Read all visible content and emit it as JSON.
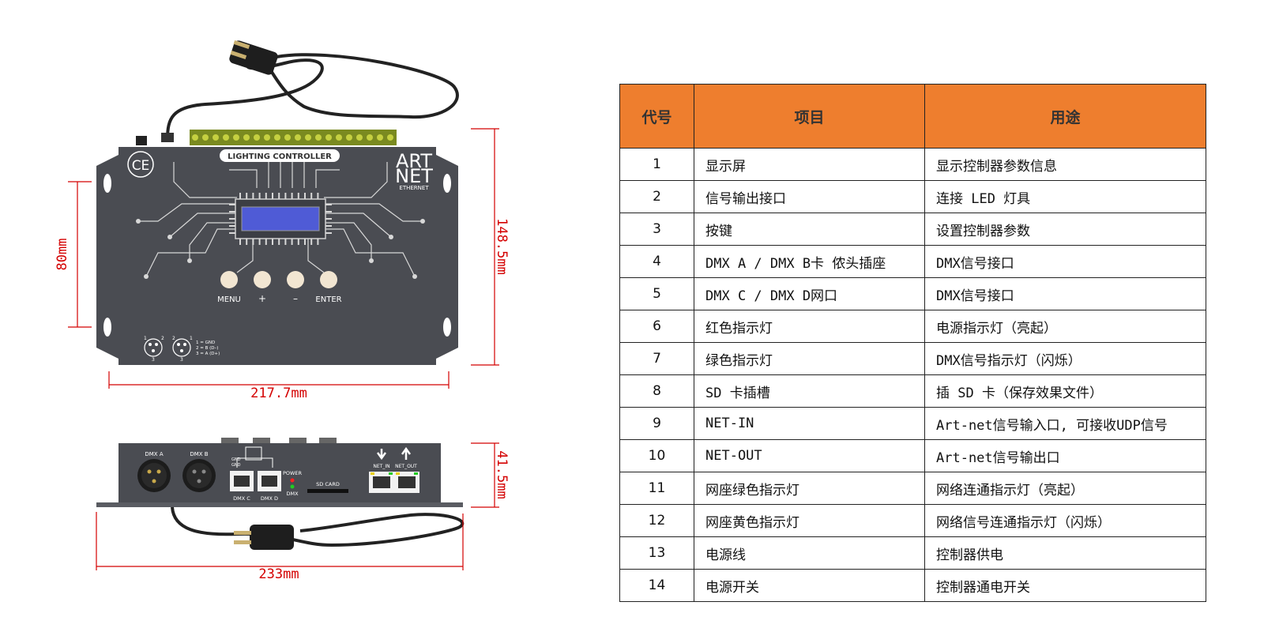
{
  "drawing": {
    "top_view": {
      "ce_mark": "CE",
      "panel_label": "LIGHTING CONTROLLER",
      "logo_line1": "ART",
      "logo_line2": "NET",
      "logo_sub": "ETHERNET",
      "buttons": [
        "MENU",
        "+",
        "–",
        "ENTER"
      ],
      "xlr_pins": [
        "1",
        "2",
        "3",
        "1",
        "2",
        "3"
      ],
      "pin_legend": [
        "1 = GND",
        "2 = B (D–)",
        "3 = A (D+)"
      ],
      "dim_height": "80mm",
      "dim_height_total": "148.5mm",
      "dim_width": "217.7mm"
    },
    "front_view": {
      "dmx_a": "DMX A",
      "dmx_b": "DMX B",
      "gnd_labels": [
        "GND",
        "GND"
      ],
      "dmx_c": "DMX C",
      "dmx_d": "DMX D",
      "power_label": "POWER",
      "dmx_led_label": "DMX",
      "sd_label": "SD CARD",
      "net_in": "NET_IN",
      "net_out": "NET_OUT",
      "dim_height": "41.5mm",
      "dim_width": "233mm"
    },
    "colors": {
      "dimension": "#d40000",
      "body": "#4a4c52",
      "lcd": "#4f5bd6",
      "terminal": "#7a8a20"
    }
  },
  "table": {
    "headers": [
      "代号",
      "项目",
      "用途"
    ],
    "header_color": "#ee7e2e",
    "rows": [
      {
        "code": "1",
        "item": "显示屏",
        "use": "显示控制器参数信息"
      },
      {
        "code": "2",
        "item": "信号输出接口",
        "use": "连接 LED 灯具"
      },
      {
        "code": "3",
        "item": "按键",
        "use": "设置控制器参数"
      },
      {
        "code": "4",
        "item": "DMX A / DMX B卡 侬头插座",
        "use": "DMX信号接口"
      },
      {
        "code": "5",
        "item": "DMX C / DMX D网口",
        "use": "DMX信号接口"
      },
      {
        "code": "6",
        "item": "红色指示灯",
        "use": "电源指示灯（亮起）"
      },
      {
        "code": "7",
        "item": "绿色指示灯",
        "use": "DMX信号指示灯（闪烁）"
      },
      {
        "code": "8",
        "item": "SD 卡插槽",
        "use": "插 SD 卡（保存效果文件）"
      },
      {
        "code": "9",
        "item": "NET-IN",
        "use": "Art-net信号输入口, 可接收UDP信号"
      },
      {
        "code": "10",
        "item": "NET-OUT",
        "use": "Art-net信号输出口"
      },
      {
        "code": "11",
        "item": "网座绿色指示灯",
        "use": "网络连通指示灯（亮起）"
      },
      {
        "code": "12",
        "item": "网座黄色指示灯",
        "use": "网络信号连通指示灯（闪烁）"
      },
      {
        "code": "13",
        "item": "电源线",
        "use": "控制器供电"
      },
      {
        "code": "14",
        "item": "电源开关",
        "use": "控制器通电开关"
      }
    ]
  }
}
